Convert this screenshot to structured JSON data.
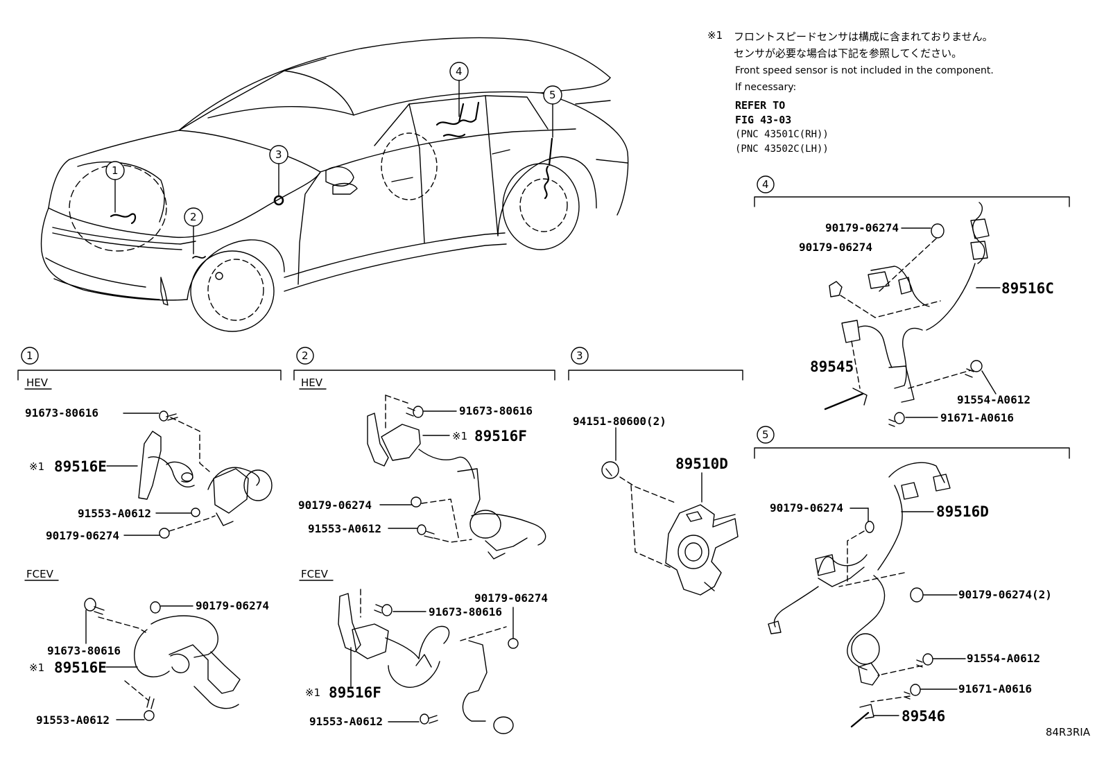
{
  "note": {
    "mark": "※1",
    "jp_line1": "フロントスピードセンサは構成に含まれておりません。",
    "jp_line2": "センサが必要な場合は下記を参照してください。",
    "en_line1": "Front speed sensor is not included in the component.",
    "en_line2": "If necessary:",
    "ref_line1": "REFER TO",
    "ref_line2": "FIG 43-03",
    "pnc_rh": "(PNC 43501C(RH))",
    "pnc_lh": "(PNC 43502C(LH))"
  },
  "car_callouts": [
    "1",
    "2",
    "3",
    "4",
    "5"
  ],
  "sections": {
    "s1": {
      "number": "1",
      "hev": {
        "label": "HEV",
        "p1": "91673-80616",
        "p2_mark": "※1",
        "p2": "89516E",
        "p3": "91553-A0612",
        "p4": "90179-06274"
      },
      "fcev": {
        "label": "FCEV",
        "p1": "90179-06274",
        "p2": "91673-80616",
        "p3_mark": "※1",
        "p3": "89516E",
        "p4": "91553-A0612"
      }
    },
    "s2": {
      "number": "2",
      "hev": {
        "label": "HEV",
        "p1": "91673-80616",
        "p2_mark": "※1",
        "p2": "89516F",
        "p3": "90179-06274",
        "p4": "91553-A0612"
      },
      "fcev": {
        "label": "FCEV",
        "p1": "90179-06274",
        "p2": "91673-80616",
        "p3_mark": "※1",
        "p3": "89516F",
        "p4": "91553-A0612"
      }
    },
    "s3": {
      "number": "3",
      "p1": "94151-80600(2)",
      "p2": "89510D"
    },
    "s4": {
      "number": "4",
      "p1": "90179-06274",
      "p2": "90179-06274",
      "p3": "89516C",
      "p4": "89545",
      "p5": "91554-A0612",
      "p6": "91671-A0616"
    },
    "s5": {
      "number": "5",
      "p1": "90179-06274",
      "p2": "89516D",
      "p3": "90179-06274(2)",
      "p4": "91554-A0612",
      "p5": "91671-A0616",
      "p6": "89546"
    }
  },
  "illustration_code": "84R3RIA"
}
